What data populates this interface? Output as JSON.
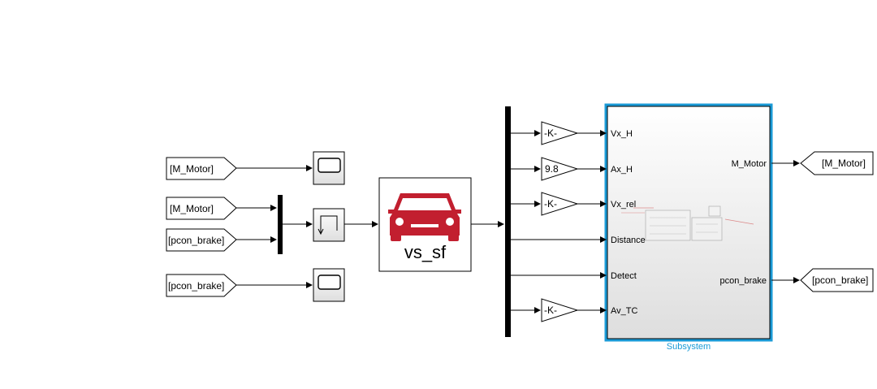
{
  "from_tags": {
    "motor_top": "[M_Motor]",
    "motor_mid": "[M_Motor]",
    "brake_mid": "[pcon_brake]",
    "brake_bottom": "[pcon_brake]"
  },
  "vehicle_block": {
    "name": "vs_sf",
    "icon": "car-icon",
    "icon_color": "#c21f2f"
  },
  "gains": {
    "vx_h": "-K-",
    "ax_h": "9.8",
    "vx_rel": "-K-",
    "av_tc": "-K-"
  },
  "subsystem": {
    "name": "Subsystem",
    "accent": "#1a9ad6",
    "inputs": [
      "Vx_H",
      "Ax_H",
      "Vx_rel",
      "Distance",
      "Detect",
      "Av_TC"
    ],
    "outputs": [
      "M_Motor",
      "pcon_brake"
    ]
  },
  "goto_tags": {
    "motor": "[M_Motor]",
    "brake": "[pcon_brake]"
  },
  "scopes": [
    "scope-icon",
    "scope-icon"
  ],
  "xy_graph": "xy-graph-icon"
}
